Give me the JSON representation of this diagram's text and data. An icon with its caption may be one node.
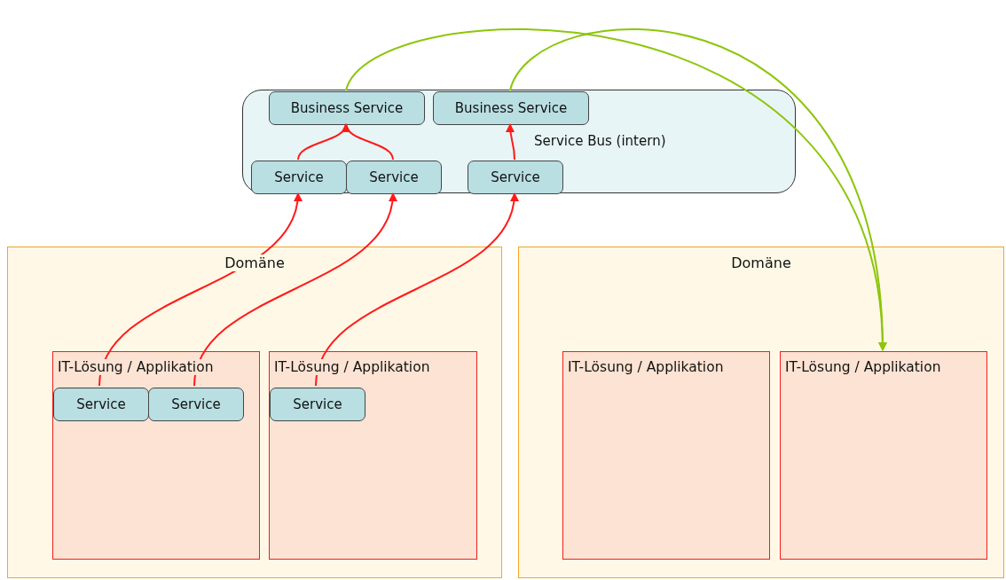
{
  "diagram": {
    "nodes": [
      {
        "text": [
          "Service Bus (intern)"
        ]
      },
      {
        "text": [
          "Business Service"
        ],
        "in": 0
      },
      {
        "text": [
          "Business Service"
        ],
        "in": 0
      },
      {
        "text": [
          "Service"
        ],
        "in": 0
      },
      {
        "text": [
          "Service"
        ],
        "in": 0
      },
      {
        "text": [
          "Service"
        ],
        "in": 0
      },
      {
        "text": [
          "Domäne"
        ]
      },
      {
        "text": [
          "IT-Lösung / Applikation"
        ],
        "in": 6
      },
      {
        "text": [
          "Service"
        ],
        "in": 7
      },
      {
        "text": [
          "Service"
        ],
        "in": 7
      },
      {
        "text": [
          "IT-Lösung / Applikation"
        ],
        "in": 6
      },
      {
        "text": [
          "Service"
        ],
        "in": 10
      },
      {
        "text": [
          "Domäne"
        ]
      },
      {
        "text": [
          "IT-Lösung / Applikation"
        ],
        "in": 12
      },
      {
        "text": [
          "IT-Lösung / Applikation"
        ],
        "in": 12
      }
    ],
    "edges": [
      {
        "from": 3,
        "to": 1,
        "arrow": "to"
      },
      {
        "from": 4,
        "to": 1,
        "arrow": "to"
      },
      {
        "from": 5,
        "to": 2,
        "arrow": "to"
      },
      {
        "from": 8,
        "to": 3,
        "arrow": "to"
      },
      {
        "from": 9,
        "to": 4,
        "arrow": "to"
      },
      {
        "from": 11,
        "to": 5,
        "arrow": "to"
      },
      {
        "from": 1,
        "to": 14,
        "arrow": "to",
        "color": "#8cc60a"
      },
      {
        "from": 2,
        "to": 14,
        "arrow": "to",
        "color": "#8cc60a"
      }
    ]
  }
}
